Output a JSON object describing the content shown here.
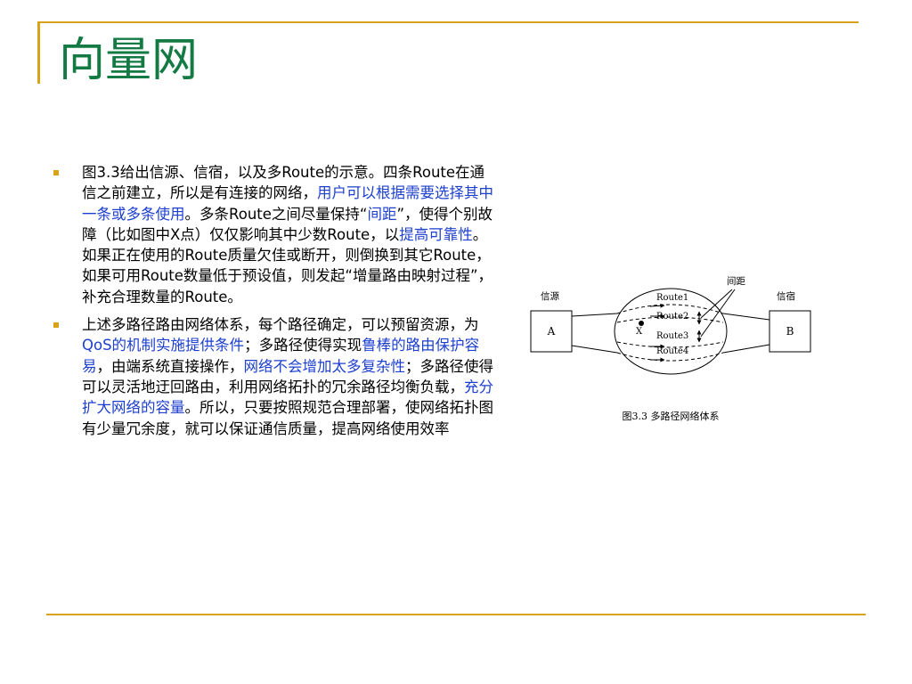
{
  "slide": {
    "title": "向量网",
    "accent_color": "#d8a21a",
    "title_color": "#137a43",
    "highlight_color": "#1c3fcf"
  },
  "bullets": [
    {
      "segments": [
        {
          "text": "图3.3给出信源、信宿，以及多Route的示意。四条Route在通信之前建立，所以是有连接的网络，",
          "highlight": false
        },
        {
          "text": "用户可以根据需要选择其中一条或多条使用",
          "highlight": true
        },
        {
          "text": "。多条Route之间尽量保持“",
          "highlight": false
        },
        {
          "text": "间距",
          "highlight": true
        },
        {
          "text": "”，使得个别故障（比如图中X点）仅仅影响其中少数Route，以",
          "highlight": false
        },
        {
          "text": "提高可靠性",
          "highlight": true
        },
        {
          "text": "。如果正在使用的Route质量欠佳或断开，则倒换到其它Route，如果可用Route数量低于预设值，则发起“增量路由映射过程”，补充合理数量的Route。",
          "highlight": false
        }
      ]
    },
    {
      "segments": [
        {
          "text": "上述多路径路由网络体系，每个路径确定，可以预留资源，为",
          "highlight": false
        },
        {
          "text": "QoS的机制实施提供条件",
          "highlight": true
        },
        {
          "text": "；多路径使得实现",
          "highlight": false
        },
        {
          "text": "鲁棒的路由保护容易",
          "highlight": true
        },
        {
          "text": "，由端系统直接操作，",
          "highlight": false
        },
        {
          "text": "网络不会增加太多复杂性",
          "highlight": true
        },
        {
          "text": "；多路径使得可以灵活地迂回路由，利用网络拓扑的冗余路径均衡负载，",
          "highlight": false
        },
        {
          "text": "充分扩大网络的容量",
          "highlight": true
        },
        {
          "text": "。所以，只要按照规范合理部署，使网络拓扑图有少量冗余度，就可以保证通信质量，提高网络使用效率",
          "highlight": false
        }
      ]
    }
  ],
  "figure": {
    "source_label": "信源",
    "sink_label": "信宿",
    "node_a": "A",
    "node_b": "B",
    "spacing_label": "间距",
    "failure_point": "X",
    "routes": [
      "Route1",
      "Route2",
      "Route3",
      "Route4"
    ],
    "caption": "图3.3 多路径网络体系"
  }
}
